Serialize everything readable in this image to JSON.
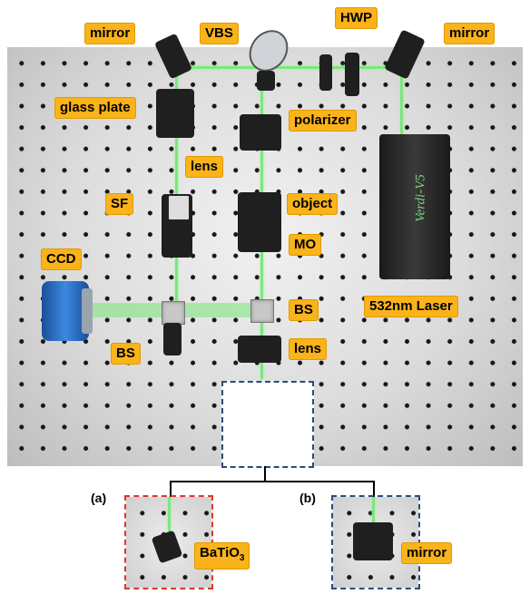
{
  "labels": {
    "mirror_left": "mirror",
    "vbs": "VBS",
    "hwp": "HWP",
    "mirror_right": "mirror",
    "glass_plate": "glass plate",
    "polarizer": "polarizer",
    "lens_top": "lens",
    "sf": "SF",
    "object": "object",
    "mo": "MO",
    "ccd": "CCD",
    "bs_right": "BS",
    "laser": "532nm Laser",
    "bs_left": "BS",
    "lens_bottom": "lens"
  },
  "laser_brand": "Verdi-V5",
  "subpanels": {
    "a": {
      "tag": "(a)",
      "label_main": "BaTiO",
      "label_sub": "3"
    },
    "b": {
      "tag": "(b)",
      "label": "mirror"
    }
  },
  "colors": {
    "label_bg": "#fbb31a",
    "beam": "#7ee67e",
    "dash_blue": "#2f4a7a",
    "dash_red": "#e0352b",
    "ccd_blue": "#2a73c8"
  }
}
